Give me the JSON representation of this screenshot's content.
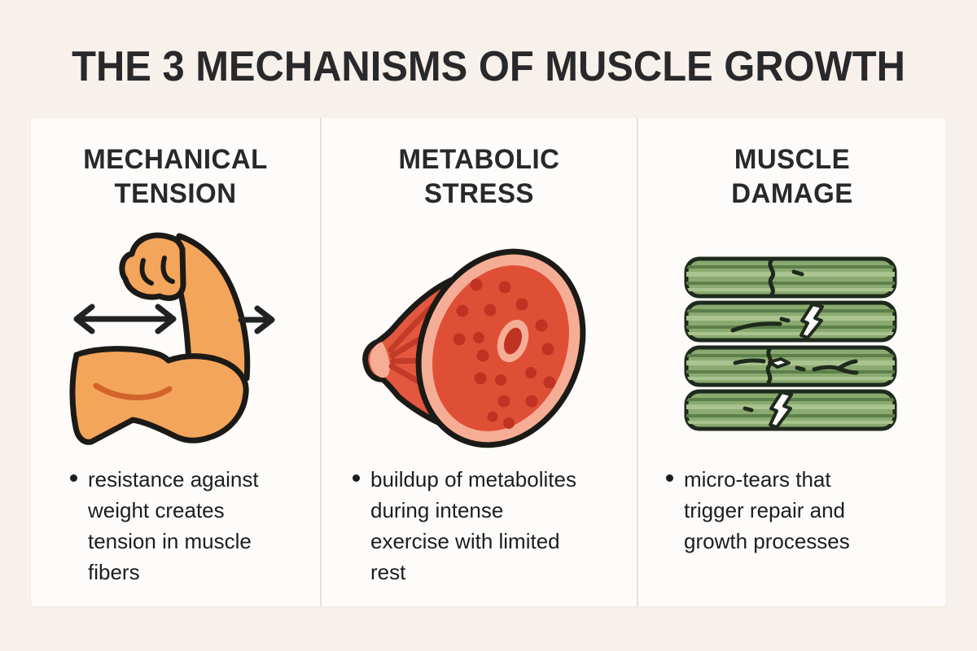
{
  "title": "THE 3 MECHANISMS OF MUSCLE GROWTH",
  "columns": [
    {
      "id": "mechanical-tension",
      "heading_lines": [
        "MECHANICAL",
        "TENSION"
      ],
      "illustration": "flexed-bicep-with-tension-arrows",
      "bullet_lines": [
        "resistance against",
        "weight creates",
        "tension in muscle",
        "fibers"
      ]
    },
    {
      "id": "metabolic-stress",
      "heading_lines": [
        "METABOLIC",
        "STRESS"
      ],
      "illustration": "muscle-cross-section-with-metabolite-dots",
      "bullet_lines": [
        "buildup of metabolites",
        "during intense",
        "exercise with limited",
        "rest"
      ]
    },
    {
      "id": "muscle-damage",
      "heading_lines": [
        "MUSCLE",
        "DAMAGE"
      ],
      "illustration": "torn-muscle-fibers",
      "bullet_lines": [
        "micro-tears that",
        "trigger repair and",
        "growth processes"
      ]
    }
  ],
  "colors": {
    "page-bg": "#f8f1eb",
    "panel-bg": "#fdfcfa",
    "divider": "#e4e0da",
    "heading-text": "#29282a",
    "body-text": "#1d1d1d",
    "outline": "#1c1a16",
    "arm-skin": "#f3a55b",
    "arm-accent": "#d2632b",
    "arrow": "#222222",
    "muscle-red": "#e2573d",
    "muscle-red-deep": "#df4f36",
    "muscle-stripe": "#c23a28",
    "muscle-pink": "#f6ad96",
    "muscle-dot": "#c03323",
    "fiber-green": "#8aaa70",
    "fiber-stripe-dark": "#5d7f4a",
    "fiber-stripe-light": "#a9c48f",
    "fiber-outline": "#1e2a1c",
    "tear-white": "#fdfdfb"
  }
}
